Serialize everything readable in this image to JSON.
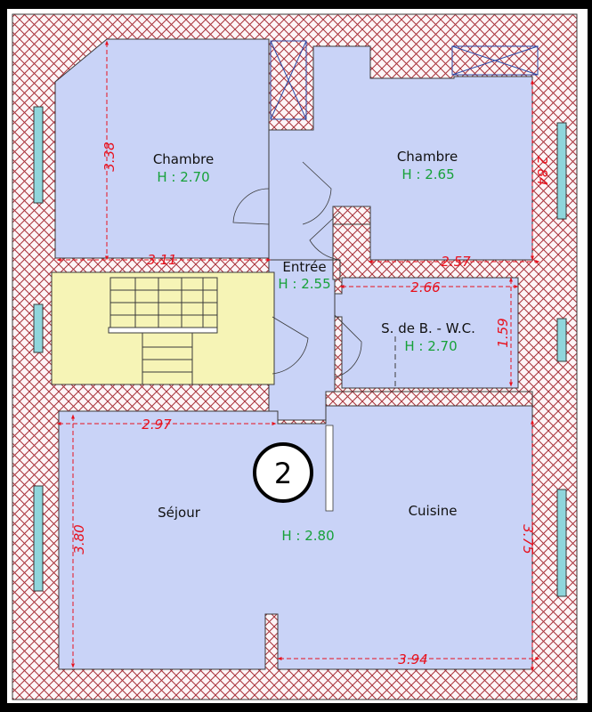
{
  "colors": {
    "room_fill": "#c9d3f7",
    "wall_fill": "#fdf5f7",
    "wall_hatch": "#a8323a",
    "stair_fill": "#f6f4b6",
    "window_fill": "#8fd6dc",
    "dimension": "#e8101c",
    "height_text": "#17a13a",
    "outline": "#3a3a3a"
  },
  "badge": {
    "number": "2"
  },
  "rooms": [
    {
      "name": "Chambre",
      "height": "H : 2.70"
    },
    {
      "name": "Chambre",
      "height": "H : 2.65"
    },
    {
      "name": "Entrée",
      "height": "H : 2.55"
    },
    {
      "name": "S. de B. - W.C.",
      "height": "H : 2.70"
    },
    {
      "name": "Séjour",
      "height": ""
    },
    {
      "name": "Cuisine",
      "height": ""
    },
    {
      "name": "",
      "height": "H : 2.80"
    }
  ],
  "dimensions": [
    "3.38",
    "3.11",
    "2.84",
    "2.57",
    "2.66",
    "1.59",
    "2.97",
    "3.80",
    "3.75",
    "3.94"
  ]
}
